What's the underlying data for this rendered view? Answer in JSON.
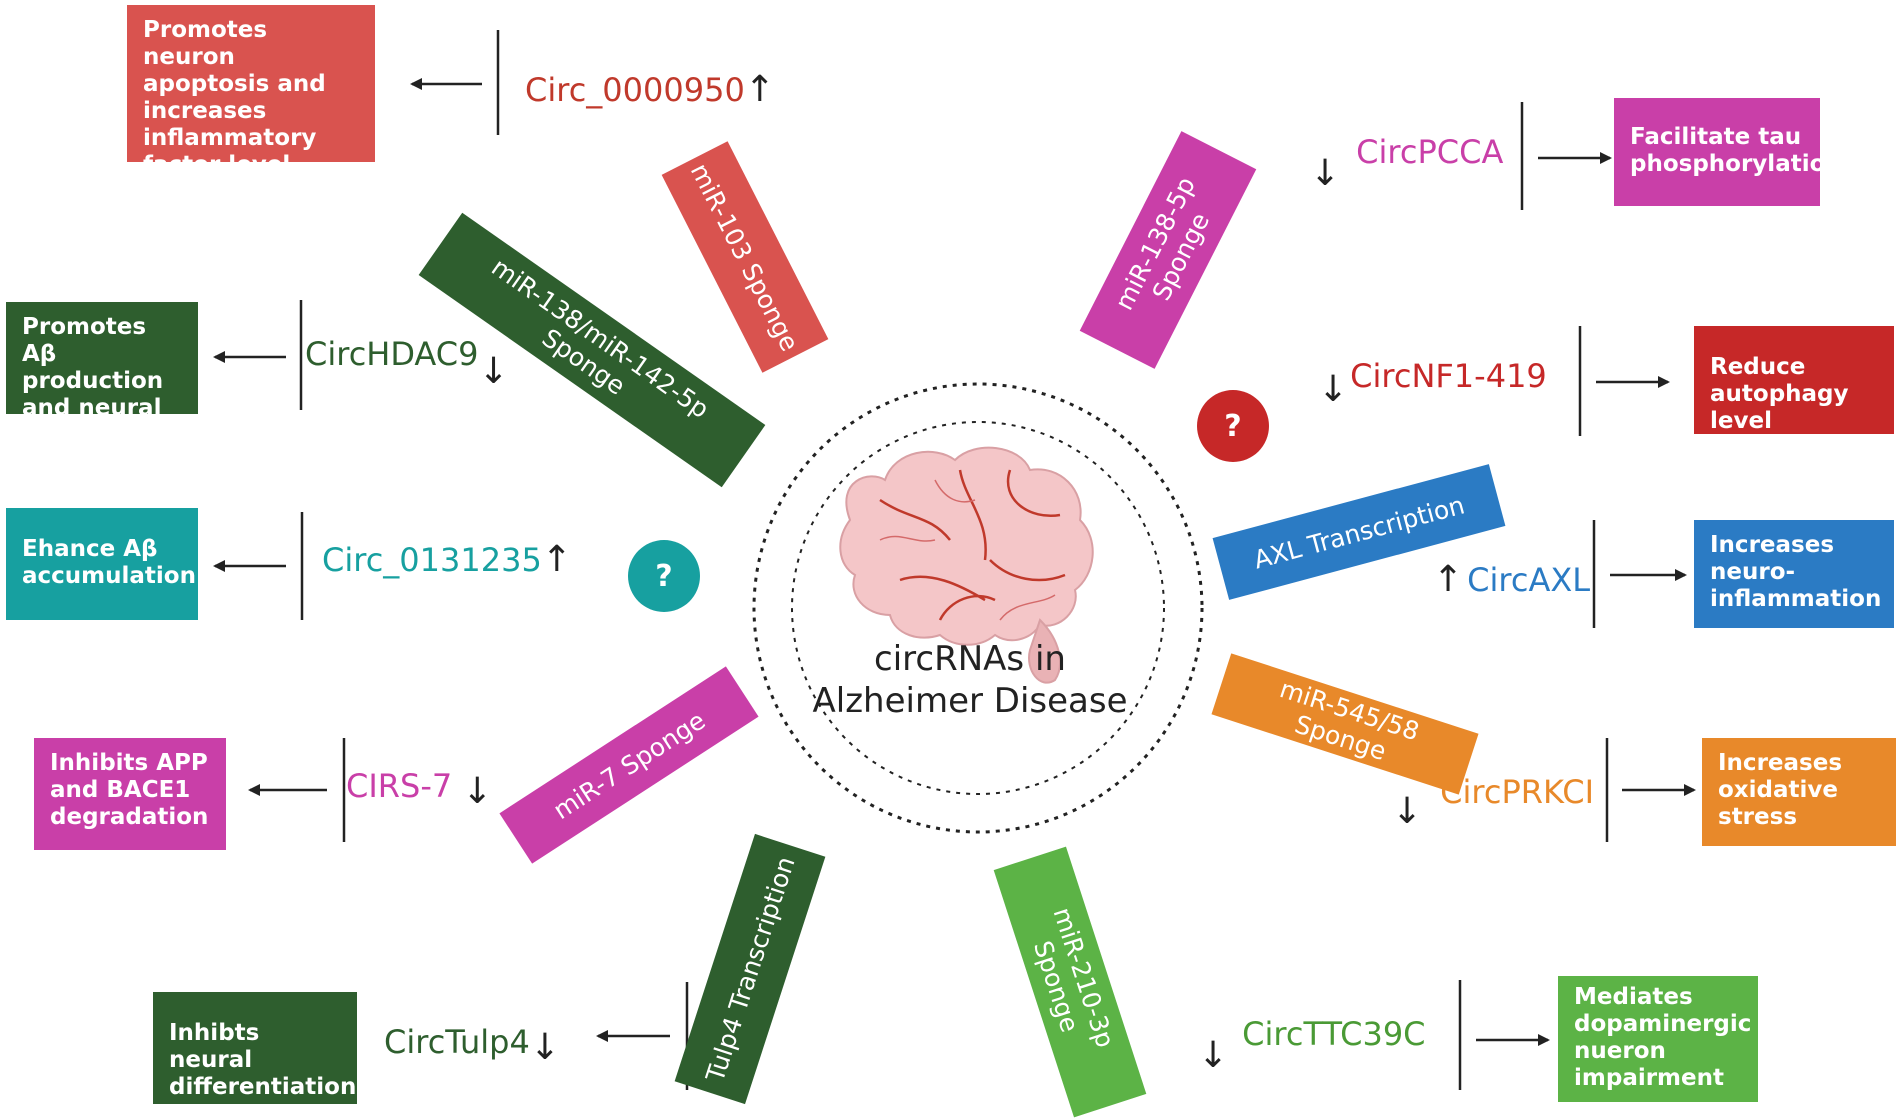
{
  "center": {
    "title": "circRNAs in\nAlzheimer Disease",
    "image": "brain-illustration"
  },
  "colors": {
    "red": "#d9534f",
    "dark_red": "#c62828",
    "dark_green": "#2e5e2e",
    "teal": "#17a0a0",
    "magenta": "#c93fa8",
    "blue": "#2b7bc4",
    "orange": "#e8892a",
    "green": "#5cb346"
  },
  "arrows": {
    "up": "↑",
    "down": "↓"
  },
  "nodes": {
    "circ_0000950": {
      "name": "Circ_0000950",
      "expression": "up",
      "effect": "Promotes neuron\napoptosis and\nincreases\ninflammatory\nfactor level",
      "mechanism": "miR-103 Sponge"
    },
    "circhdac9": {
      "name": "CircHDAC9",
      "expression": "down",
      "effect": "Promotes Aβ\nproduction\nand neural\ntoxicity",
      "mechanism": "miR-138/miR-142-5p\nSponge"
    },
    "circ_0131235": {
      "name": "Circ_0131235",
      "expression": "up",
      "effect": "Ehance Aβ\naccumulation",
      "mechanism": "?"
    },
    "cirs7": {
      "name": "CIRS-7",
      "expression": "down",
      "effect": "Inhibits APP\nand BACE1\ndegradation",
      "mechanism": "miR-7 Sponge"
    },
    "circtulp4": {
      "name": "CircTulp4",
      "expression": "down",
      "effect": "Inhibts neural\ndifferentiation",
      "mechanism": "Tulp4 Transcription"
    },
    "circttc39c": {
      "name": "CircTTC39C",
      "expression": "down",
      "effect": "Mediates\ndopaminergic\nnueron\nimpairment",
      "mechanism": "miR-210-3p\nSponge"
    },
    "circprkci": {
      "name": "CircPRKCI",
      "expression": "down",
      "effect": "Increases\noxidative\nstress",
      "mechanism": "miR-545/58\nSponge"
    },
    "circaxl": {
      "name": "CircAXL",
      "expression": "up",
      "effect": "Increases\nneuro-\ninflammation",
      "mechanism": "AXL Transcription"
    },
    "circnf1": {
      "name": "CircNF1-419",
      "expression": "down",
      "effect": "Reduce\nautophagy\nlevel",
      "mechanism": "?"
    },
    "circpcca": {
      "name": "CircPCCA",
      "expression": "down",
      "effect": "Facilitate tau\nphosphorylation",
      "mechanism": "miR-138-5p\nSponge"
    }
  }
}
